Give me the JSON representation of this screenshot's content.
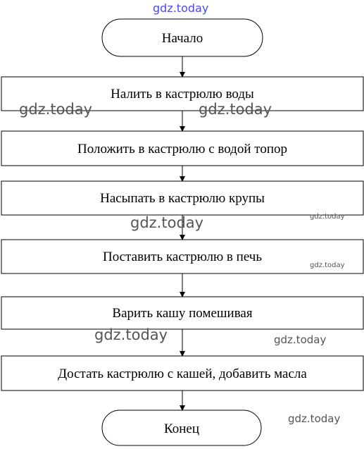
{
  "flowchart": {
    "start": "Начало",
    "steps": [
      "Налить в кастрюлю воды",
      "Положить в кастрюлю с водой топор",
      "Насыпать в кастрюлю крупы",
      "Поставить кастрюлю в печь",
      "Варить кашу помешивая",
      "Достать кастрюлю с кашей, добавить масла"
    ],
    "end": "Конец"
  },
  "watermark": "gdz.today",
  "colors": {
    "stroke": "#000000",
    "fill": "#ffffff",
    "watermark": "#555555",
    "watermark_top": "#4a4aee"
  }
}
